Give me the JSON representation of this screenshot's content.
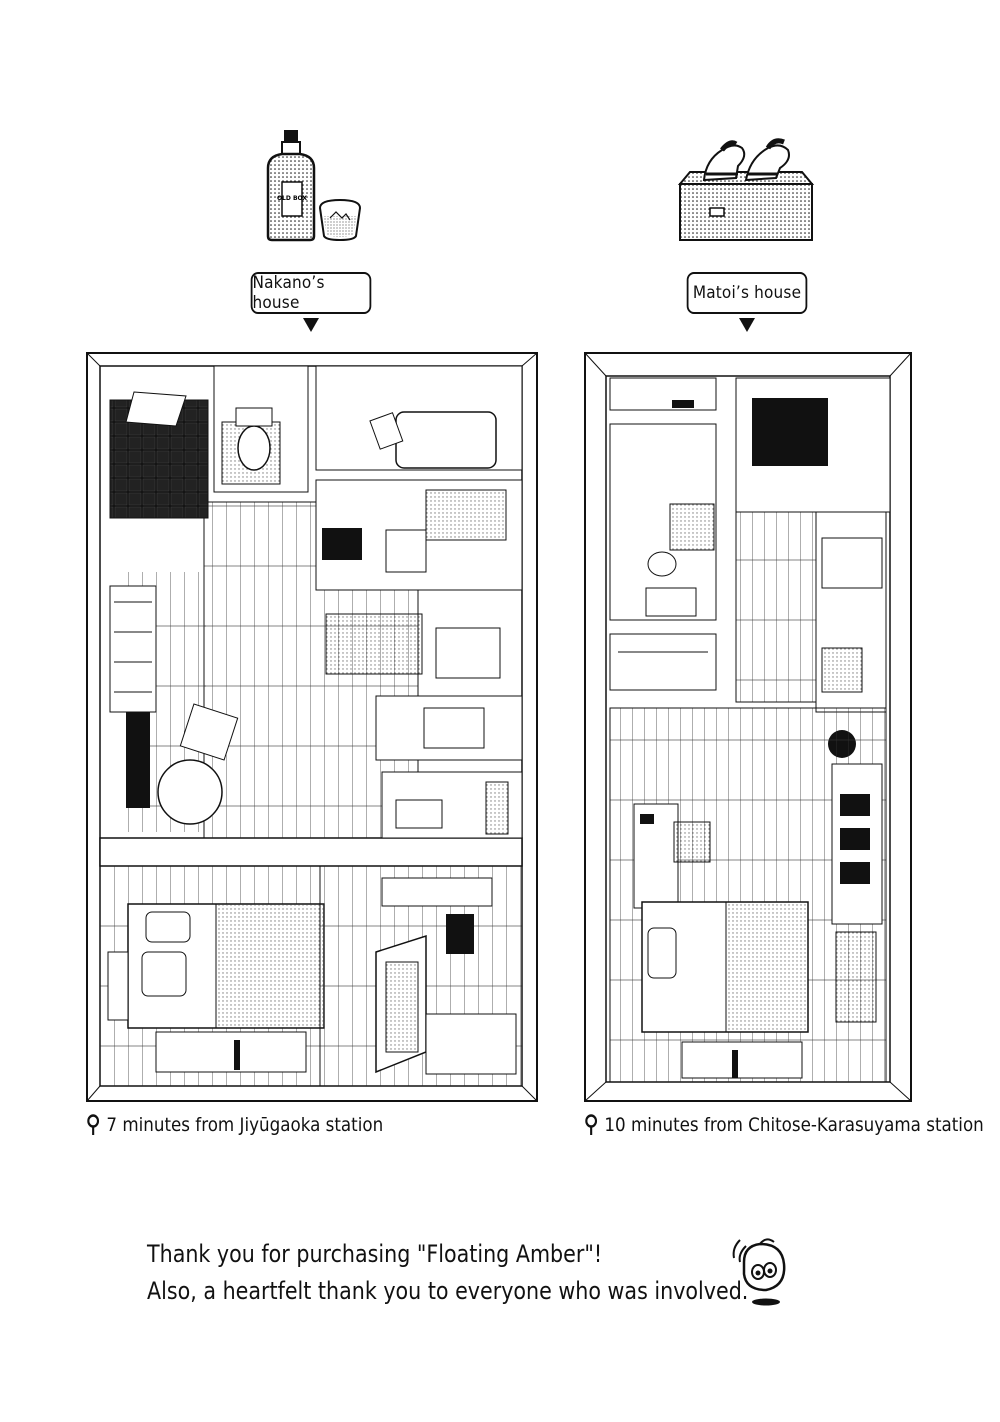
{
  "houses": [
    {
      "label": "Nakano’s house",
      "location": "7 minutes from Jiyūgaoka station",
      "icon": "liquor-bottle-and-glass-icon"
    },
    {
      "label": "Matoi’s house",
      "location": "10 minutes from Chitose-Karasuyama station",
      "icon": "sneakers-on-shoebox-icon"
    }
  ],
  "bottle_label": "OLD BOX",
  "thanks": {
    "line1": "Thank you for purchasing \"Floating Amber\"!",
    "line2": "Also, a heartfelt thank you to everyone who was involved."
  },
  "colors": {
    "ink": "#111111",
    "paper": "#ffffff",
    "screentone": "#bdbdbd"
  }
}
